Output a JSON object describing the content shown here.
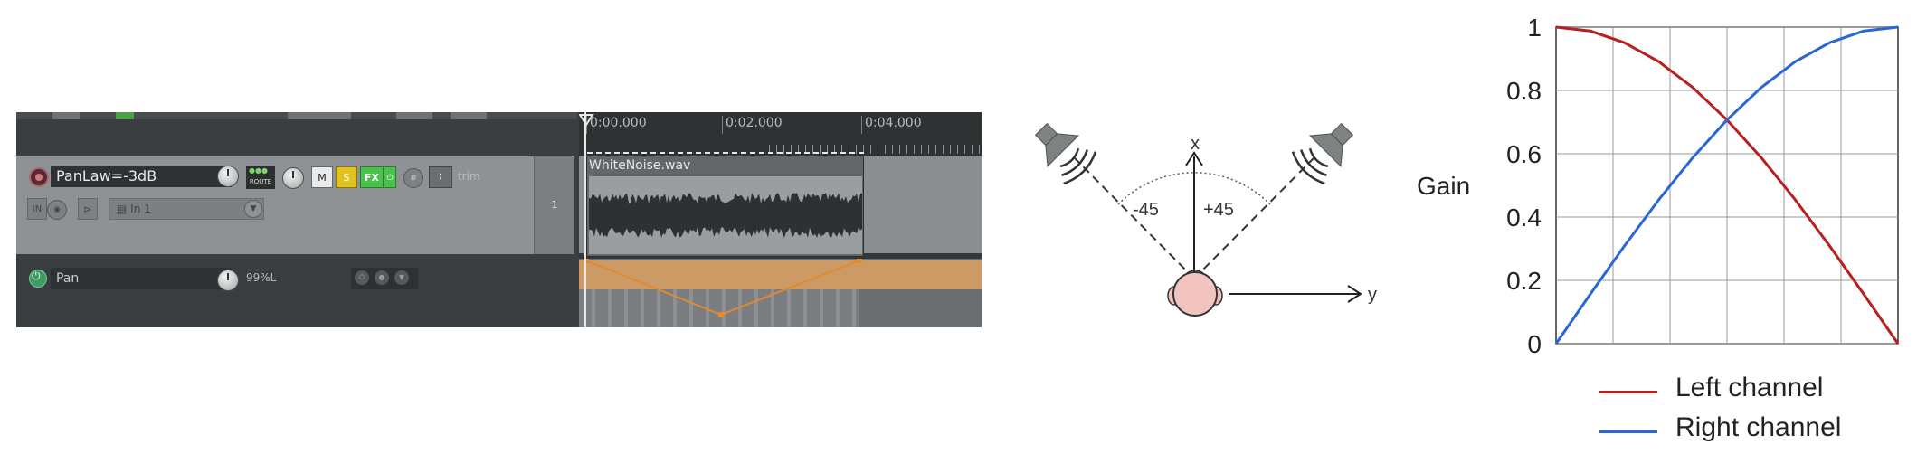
{
  "daw": {
    "track": {
      "name": "PanLaw=-3dB",
      "route_label": "ROUTE",
      "mute_label": "M",
      "solo_label": "S",
      "fx_label": "FX",
      "trim_label": "trim",
      "input_label": "IN",
      "input_select": "In 1",
      "track_number": "1"
    },
    "envelope": {
      "name": "Pan",
      "value": "99%L"
    },
    "ruler": [
      "0:00.000",
      "0:02.000",
      "0:04.000"
    ],
    "item": {
      "name": "WhiteNoise.wav"
    }
  },
  "diagram": {
    "x_axis_label": "x",
    "y_axis_label": "y",
    "left_angle": "-45",
    "right_angle": "+45"
  },
  "chart_data": {
    "type": "line",
    "ylabel": "Gain",
    "xlabel": "",
    "ylim": [
      0,
      1
    ],
    "xlim": [
      0,
      1
    ],
    "yticks": [
      "0",
      "0.2",
      "0.4",
      "0.6",
      "0.8",
      "1"
    ],
    "grid": true,
    "legend_position": "bottom",
    "series": [
      {
        "name": "Left channel",
        "color": "#b81f1f",
        "x": [
          0,
          0.1,
          0.2,
          0.3,
          0.4,
          0.5,
          0.6,
          0.7,
          0.8,
          0.9,
          1.0
        ],
        "y": [
          1.0,
          0.988,
          0.951,
          0.891,
          0.809,
          0.707,
          0.588,
          0.454,
          0.309,
          0.156,
          0.0
        ]
      },
      {
        "name": "Right channel",
        "color": "#2a66d4",
        "x": [
          0,
          0.1,
          0.2,
          0.3,
          0.4,
          0.5,
          0.6,
          0.7,
          0.8,
          0.9,
          1.0
        ],
        "y": [
          0.0,
          0.156,
          0.309,
          0.454,
          0.588,
          0.707,
          0.809,
          0.891,
          0.951,
          0.988,
          1.0
        ]
      }
    ]
  }
}
